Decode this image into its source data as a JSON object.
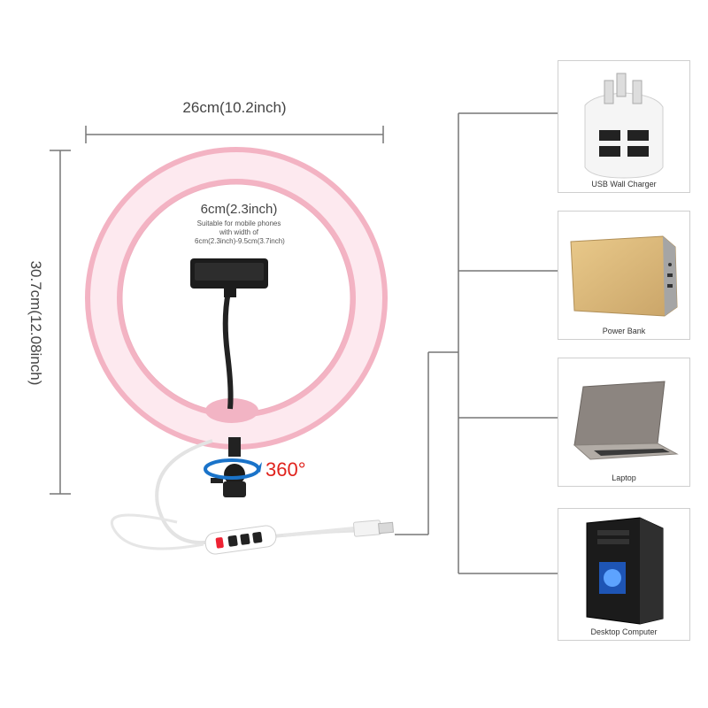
{
  "dimensions": {
    "width_label": "26cm(10.2inch)",
    "height_label": "30.7cm(12.08inch)"
  },
  "phone_holder": {
    "size_label": "6cm(2.3inch)",
    "note": "Suitable for mobile phones with width of 6cm(2.3inch)-9.5cm(3.7inch)"
  },
  "rotation_label": "360°",
  "devices": [
    {
      "label": "USB Wall Charger",
      "icon": "usb-wall-charger-icon"
    },
    {
      "label": "Power Bank",
      "icon": "power-bank-icon"
    },
    {
      "label": "Laptop",
      "icon": "laptop-icon"
    },
    {
      "label": "Desktop Computer",
      "icon": "desktop-computer-icon"
    }
  ],
  "colors": {
    "ring": "#f6c6d1",
    "accent": "#e0231d",
    "line": "#777777"
  }
}
